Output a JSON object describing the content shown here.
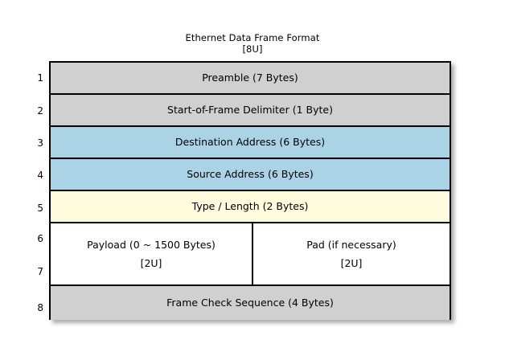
{
  "figure": {
    "title": "Ethernet Data Frame Format",
    "subtitle": "[8U]",
    "colors": {
      "gray": "#d0d0d0",
      "blue": "#aad4e6",
      "yellow": "#fdfcdc",
      "white": "#ffffff",
      "border": "#000000"
    }
  },
  "row_numbers": [
    "1",
    "2",
    "3",
    "4",
    "5",
    "6",
    "7",
    "8"
  ],
  "rows": [
    {
      "number": "1",
      "label": "Preamble (7 Bytes)",
      "fill": "gray"
    },
    {
      "number": "2",
      "label": "Start-of-Frame Delimiter (1 Byte)",
      "fill": "gray"
    },
    {
      "number": "3",
      "label": "Destination Address (6 Bytes)",
      "fill": "blue"
    },
    {
      "number": "4",
      "label": "Source Address (6 Bytes)",
      "fill": "blue"
    },
    {
      "number": "5",
      "label": "Type / Length (2 Bytes)",
      "fill": "yellow"
    },
    {
      "number": "6-7",
      "fill": "white",
      "split": {
        "left": {
          "line1": "Payload (0 ~ 1500 Bytes)",
          "line2": "[2U]"
        },
        "right": {
          "line1": "Pad (if necessary)",
          "line2": "[2U]"
        }
      }
    },
    {
      "number": "8",
      "label": "Frame Check Sequence (4 Bytes)",
      "fill": "gray"
    }
  ]
}
